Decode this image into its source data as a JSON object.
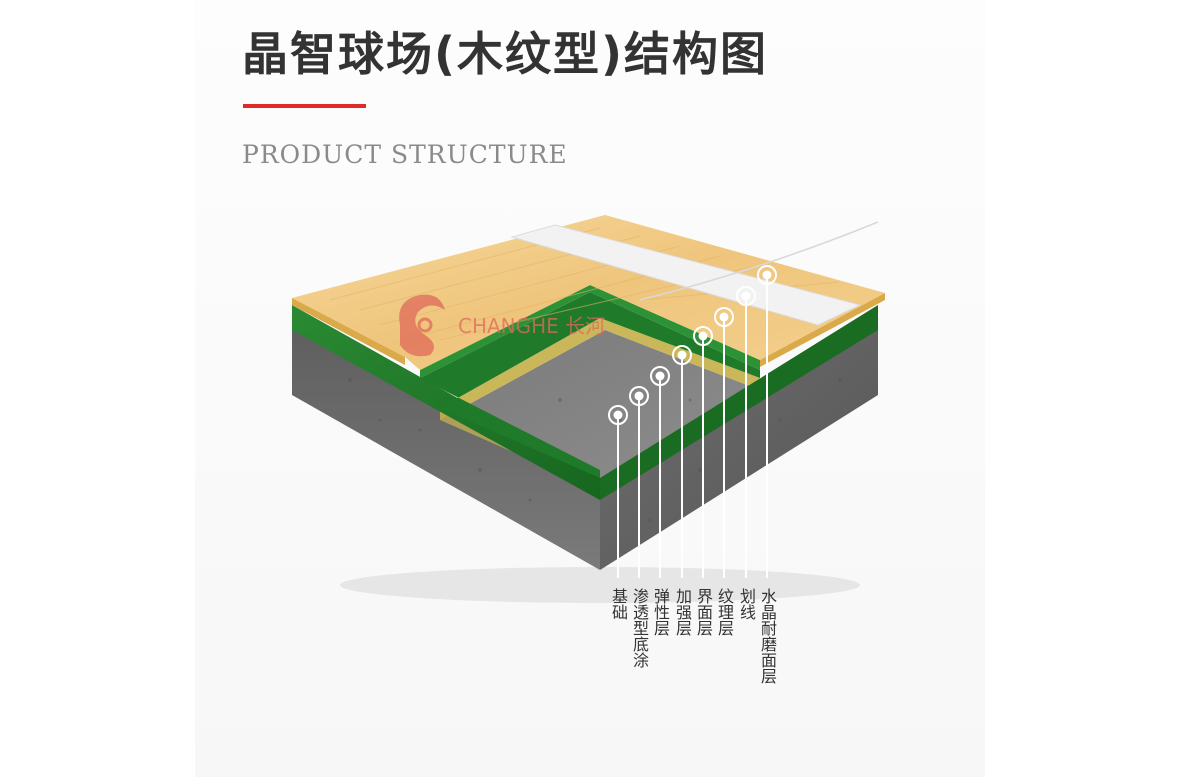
{
  "header": {
    "title": "晶智球场(木纹型)结构图",
    "subtitle": "PRODUCT STRUCTURE"
  },
  "watermark": {
    "text": "CHANGHE 长河",
    "color": "#e06a5a"
  },
  "layers": [
    {
      "label": "基础"
    },
    {
      "label": "渗透型底涂"
    },
    {
      "label": "弹性层"
    },
    {
      "label": "加强层"
    },
    {
      "label": "界面层"
    },
    {
      "label": "纹理层"
    },
    {
      "label": "划线"
    },
    {
      "label": "水晶耐磨面层"
    }
  ],
  "colors": {
    "title_accent": "#e02a2a",
    "concrete": "#6e6e6e",
    "wood": "#f0c77f",
    "green": "#1f7a2a",
    "yellow_layer": "#c9b75a",
    "line_white": "#f2f2f2"
  }
}
